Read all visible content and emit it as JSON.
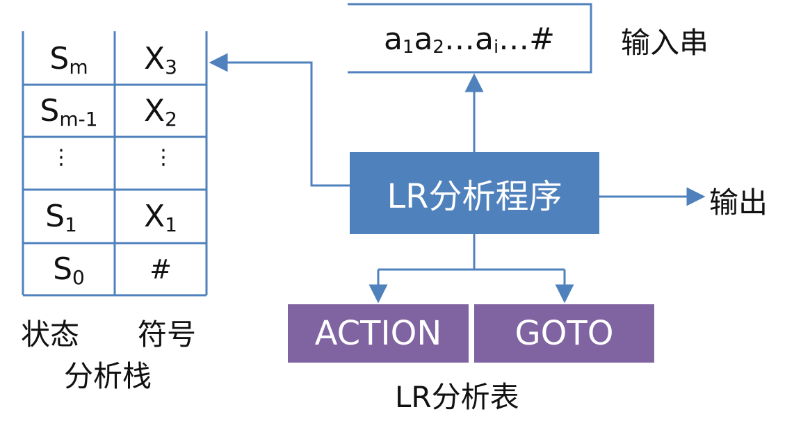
{
  "stack": {
    "rows": [
      {
        "state": "S",
        "state_sub": "m",
        "symbol": "X",
        "symbol_sub": "3"
      },
      {
        "state": "S",
        "state_sub": "m-1",
        "symbol": "X",
        "symbol_sub": "2"
      },
      {
        "state": "⋮",
        "state_sub": "",
        "symbol": "⋮",
        "symbol_sub": ""
      },
      {
        "state": "S",
        "state_sub": "1",
        "symbol": "X",
        "symbol_sub": "1"
      },
      {
        "state": "S",
        "state_sub": "0",
        "symbol": "#",
        "symbol_sub": ""
      }
    ],
    "state_label": "状态",
    "symbol_label": "符号",
    "title": "分析栈"
  },
  "input": {
    "a": "a",
    "sub1": "1",
    "sub2": "2",
    "ellipsis1": "…",
    "subi": "i",
    "ellipsis2": "…",
    "end": "#",
    "label": "输入串"
  },
  "program": {
    "label": "LR分析程序"
  },
  "output": {
    "label": "输出"
  },
  "table": {
    "action": "ACTION",
    "goto": "GOTO",
    "label": "LR分析表"
  },
  "colors": {
    "line": "#4f81bd",
    "program_box": "#4f81bd",
    "table_box": "#8064a2"
  }
}
